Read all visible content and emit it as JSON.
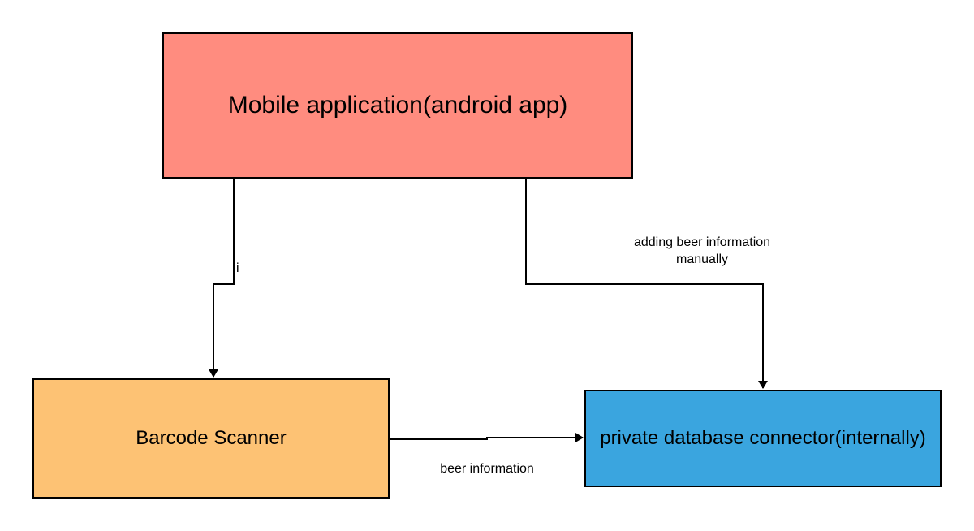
{
  "nodes": {
    "mobile": {
      "label": "Mobile application(android app)",
      "color": "#FF8C7F"
    },
    "barcode": {
      "label": "Barcode Scanner",
      "color": "#FDC274"
    },
    "database": {
      "label": "private database connector(internally)",
      "color": "#3AA5DF"
    }
  },
  "edges": {
    "mobile_to_barcode": {
      "label": "i"
    },
    "mobile_to_database": {
      "label": "adding beer information manually"
    },
    "barcode_to_database": {
      "label": "beer information"
    }
  },
  "colors": {
    "stroke": "#000000",
    "background": "#ffffff"
  }
}
